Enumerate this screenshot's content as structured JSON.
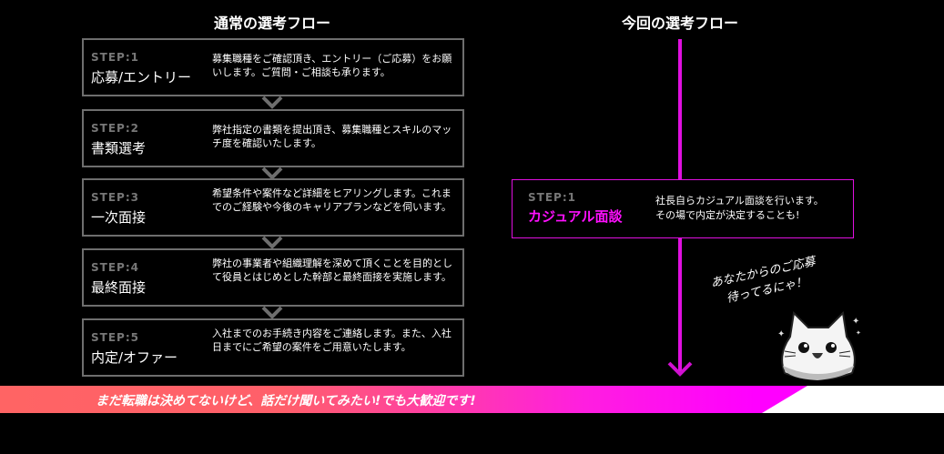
{
  "normal_flow": {
    "title": "通常の選考フロー",
    "steps": [
      {
        "step": "STEP:1",
        "name": "応募/エントリー",
        "desc": "募集職種をご確認頂き、エントリー（ご応募）をお願いします。ご質問・ご相談も承ります。"
      },
      {
        "step": "STEP:2",
        "name": "書類選考",
        "desc": "弊社指定の書類を提出頂き、募集職種とスキルのマッチ度を確認いたします。"
      },
      {
        "step": "STEP:3",
        "name": "一次面接",
        "desc": "希望条件や案件など詳細をヒアリングします。これまでのご経験や今後のキャリアプランなどを伺います。"
      },
      {
        "step": "STEP:4",
        "name": "最終面接",
        "desc": "弊社の事業者や組織理解を深めて頂くことを目的として役員とはじめとした幹部と最終面接を実施します。"
      },
      {
        "step": "STEP:5",
        "name": "内定/オファー",
        "desc": "入社までのお手続き内容をご連絡します。また、入社日までにご希望の案件をご用意いたします。"
      }
    ]
  },
  "this_flow": {
    "title": "今回の選考フロー",
    "step": "STEP:1",
    "name": "カジュアル面談",
    "desc_line1": "社長自らカジュアル面談を行います。",
    "desc_line2": "その場で内定が決定することも!"
  },
  "mascot": {
    "line1": "あなたからのご応募",
    "line2": "待ってるにゃ！",
    "icon": "cat-mascot-icon"
  },
  "banner": {
    "text": "まだ転職は決めてないけど、話だけ聞いてみたい!でも大歓迎です!"
  },
  "colors": {
    "accent": "#e010e0",
    "border": "#6e6e6e",
    "banner_start": "#ff6464",
    "banner_end": "#ff00ff"
  }
}
